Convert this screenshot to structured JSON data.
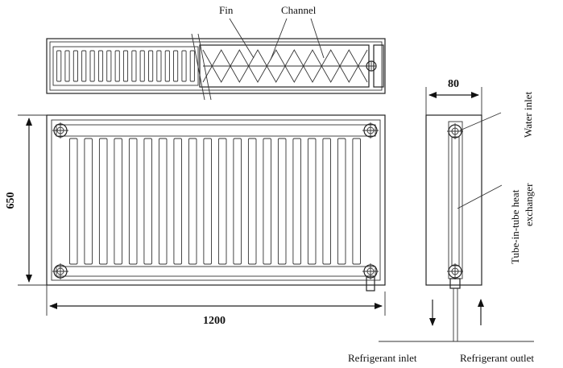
{
  "labels": {
    "fin": "Fin",
    "channel": "Channel",
    "water_inlet": "Water inlet",
    "exchanger_line1": "Tube-in-tube heat",
    "exchanger_line2": "exchanger",
    "refrigerant_inlet": "Refrigerant inlet",
    "refrigerant_outlet": "Refrigerant outlet"
  },
  "dimensions": {
    "height": "650",
    "width": "1200",
    "depth": "80"
  },
  "front_view": {
    "channel_count": 20
  },
  "top_view": {
    "fin_count": 17,
    "zigzag_count": 9
  }
}
